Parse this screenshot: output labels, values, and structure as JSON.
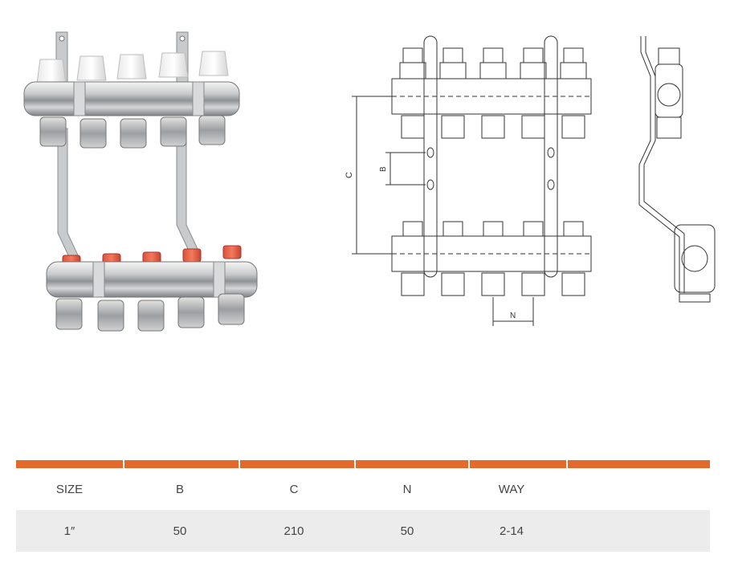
{
  "drawing": {
    "dimension_labels": {
      "b": "B",
      "c": "C",
      "n": "N"
    }
  },
  "table": {
    "headers": [
      "SIZE",
      "B",
      "C",
      "N",
      "WAY"
    ],
    "rows": [
      [
        "1″",
        "50",
        "210",
        "50",
        "2-14"
      ]
    ]
  },
  "colors": {
    "accent_bar": "#e36a2b",
    "row_shade": "#ececec"
  }
}
